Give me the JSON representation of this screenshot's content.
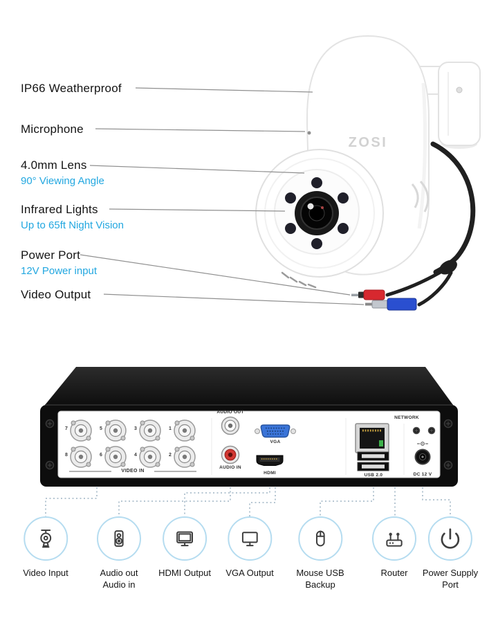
{
  "brand_logo": "ZOSI",
  "colors": {
    "accent_cyan": "#22a7e0",
    "text": "#161616",
    "legend_circle_border": "#b5dcf0"
  },
  "callouts": [
    {
      "title": "IP66 Weatherproof",
      "subtitle": ""
    },
    {
      "title": "Microphone",
      "subtitle": ""
    },
    {
      "title": "4.0mm Lens",
      "subtitle": "90° Viewing Angle"
    },
    {
      "title": "Infrared Lights",
      "subtitle": "Up to 65ft Night Vision"
    },
    {
      "title": "Power Port",
      "subtitle": "12V Power input"
    },
    {
      "title": "Video Output",
      "subtitle": ""
    }
  ],
  "dvr": {
    "labels": {
      "audio_out": "AUDIO OUT",
      "audio_in": "AUDIO IN",
      "video_in": "VIDEO IN",
      "vga": "VGA",
      "hdmi": "HDMI",
      "network": "NETWORK",
      "usb": "USB 2.0",
      "dc_power": "DC 12 V"
    },
    "bnc_numbers": [
      "7",
      "5",
      "3",
      "1",
      "8",
      "6",
      "4",
      "2"
    ]
  },
  "legend": [
    {
      "line1": "Video Input",
      "line2": "",
      "icon": "ptz-camera-icon"
    },
    {
      "line1": "Audio out",
      "line2": "Audio in",
      "icon": "speaker-icon"
    },
    {
      "line1": "HDMI Output",
      "line2": "",
      "icon": "monitor-icon"
    },
    {
      "line1": "VGA Output",
      "line2": "",
      "icon": "monitor-icon"
    },
    {
      "line1": "Mouse USB",
      "line2": "Backup",
      "icon": "mouse-icon"
    },
    {
      "line1": "Router",
      "line2": "",
      "icon": "router-icon"
    },
    {
      "line1": "Power Supply",
      "line2": "Port",
      "icon": "power-icon"
    }
  ]
}
